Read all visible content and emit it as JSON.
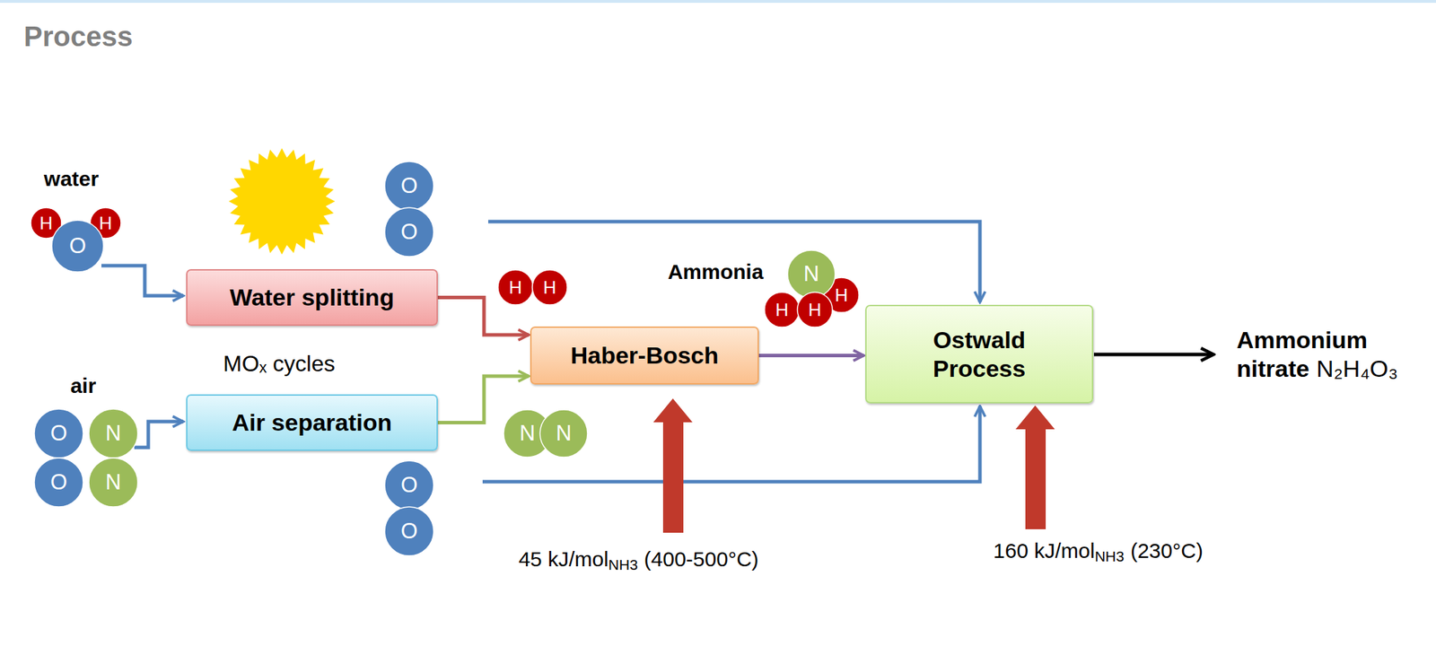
{
  "diagram": {
    "title": "Process",
    "nodes": [
      {
        "text": [
          "Water splitting"
        ]
      },
      {
        "text": [
          "Air separation"
        ]
      },
      {
        "text": [
          "Haber-Bosch"
        ]
      },
      {
        "text": [
          "Ostwald Process"
        ]
      }
    ],
    "edges": [
      {
        "from": 0,
        "to": 2,
        "arrow": "to"
      },
      {
        "from": 1,
        "to": 2,
        "arrow": "to"
      },
      {
        "from": 2,
        "to": 3,
        "arrow": "to"
      }
    ],
    "labels": [
      "water",
      "H",
      "O",
      "H",
      "O",
      "O",
      "H",
      "H",
      "Ammonia",
      "N",
      "H",
      "H",
      "H",
      "MOₓ cycles",
      "air",
      "O",
      "N",
      "O",
      "N",
      "N",
      "N",
      "O",
      "O",
      "45 kJ/mol",
      "NH3",
      "(400-500°C)",
      "160 kJ/mol",
      "NH3",
      "(230°C)",
      "Ammonium nitrate",
      "N₂H₄O₃"
    ]
  }
}
